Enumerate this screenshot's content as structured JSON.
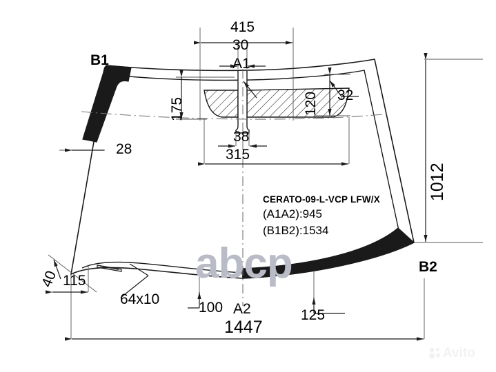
{
  "drawing": {
    "title_code": "CERATO-09-L-VCP LFW/X",
    "spec_a1a2": "(A1A2):945",
    "spec_b1b2": "(B1B2):1534",
    "corner_labels": {
      "b1": "B1",
      "b2": "B2",
      "a1": "A1",
      "a2": "A2"
    },
    "dimensions": {
      "top_width_415": "415",
      "top_gap_30": "30",
      "patch_height_175": "175",
      "patch_right_120": "120",
      "edge_32": "32",
      "stem_38": "38",
      "patch_width_315": "315",
      "left_edge_28": "28",
      "left_corner_40": "40",
      "left_base_115": "115",
      "slot_64x10": "64x10",
      "bottom_left_100": "100",
      "bottom_right_125": "125",
      "overall_width_1447": "1447",
      "overall_height_1012": "1012"
    }
  },
  "watermarks": {
    "abcp": "abcp",
    "avito": "Avito"
  },
  "colors": {
    "line": "#1a1a1a",
    "band": "#1a1a1a",
    "watermark_abcp": "#b9bcc6",
    "watermark_avito": "#f2f2f2"
  }
}
